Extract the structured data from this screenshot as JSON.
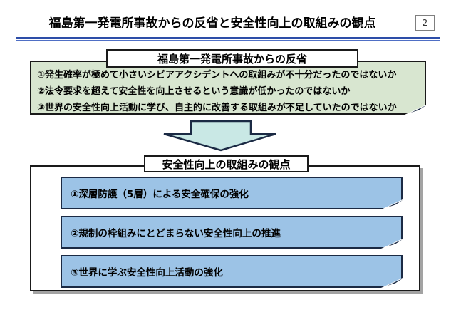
{
  "page": {
    "title": "福島第一発電所事故からの反省と安全性向上の取組みの観点",
    "page_number": "2"
  },
  "reflection": {
    "header": "福島第一発電所事故からの反省",
    "items": [
      "①発生確率が極めて小さいシビアアクシデントへの取組みが不十分だったのではないか",
      "②法令要求を超えて安全性を向上させるという意識が低かったのではないか",
      "③世界の安全性向上活動に学び、自主的に改善する取組みが不足していたのではないか"
    ]
  },
  "transition": {
    "arrow_icon": "down-arrow"
  },
  "initiatives": {
    "header": "安全性向上の取組みの観点",
    "items": [
      "①深層防護（5層）による安全確保の強化",
      "②規制の枠組みにとどまらない安全性向上の推進",
      "③世界に学ぶ安全性向上活動の強化"
    ]
  },
  "colors": {
    "green_fill": "#D8E6D0",
    "green_border": "#1a1a1a",
    "blue_fill": "#9CC3E6",
    "blue_border": "#1b2a44",
    "arrow_fill": "#C9E8E5",
    "arrow_border": "#1b2a44",
    "rule_blue": "#2d4da8",
    "rule_blue_light": "#4f6fc5",
    "shadow_gray": "#a3a3a3",
    "page_box_border": "#7f7f7f"
  }
}
